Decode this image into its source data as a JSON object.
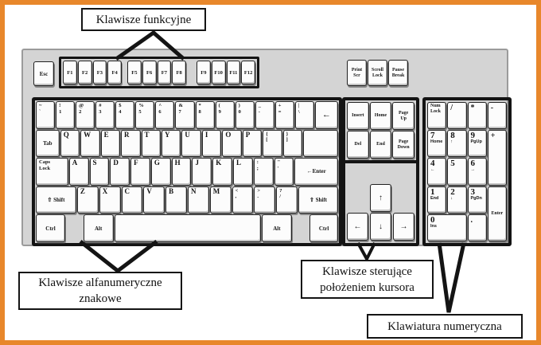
{
  "colors": {
    "frame": "#E8872B",
    "keyboard_body": "#D4D4D4",
    "key_face": "#FCFCFC",
    "outline": "#141414",
    "label_text": "#111111"
  },
  "annotations": {
    "function_keys_label": "Klawisze funkcyjne",
    "alphanumeric_label": [
      "Klawisze alfanumeryczne",
      "znakowe"
    ],
    "cursor_label": [
      "Klawisze sterujące",
      "położeniem kursora"
    ],
    "numeric_label": "Klawiatura numeryczna"
  },
  "keyboard": {
    "esc": "Esc",
    "function_groups": [
      [
        "F1",
        "F2",
        "F3",
        "F4"
      ],
      [
        "F5",
        "F6",
        "F7",
        "F8"
      ],
      [
        "F9",
        "F10",
        "F11",
        "F12"
      ]
    ],
    "system_keys": [
      [
        "Print",
        "Scr"
      ],
      [
        "Scroll",
        "Lock"
      ],
      [
        "Pause",
        "Break"
      ]
    ],
    "main_rows": [
      [
        {
          "t": "dual",
          "top": "~",
          "bot": "`"
        },
        {
          "t": "dual",
          "top": "!",
          "bot": "1"
        },
        {
          "t": "dual",
          "top": "@",
          "bot": "2"
        },
        {
          "t": "dual",
          "top": "#",
          "bot": "3"
        },
        {
          "t": "dual",
          "top": "$",
          "bot": "4"
        },
        {
          "t": "dual",
          "top": "%",
          "bot": "5"
        },
        {
          "t": "dual",
          "top": "^",
          "bot": "6"
        },
        {
          "t": "dual",
          "top": "&",
          "bot": "7"
        },
        {
          "t": "dual",
          "top": "*",
          "bot": "8"
        },
        {
          "t": "dual",
          "top": "(",
          "bot": "9"
        },
        {
          "t": "dual",
          "top": ")",
          "bot": "0"
        },
        {
          "t": "dual",
          "top": "_",
          "bot": "-"
        },
        {
          "t": "dual",
          "top": "+",
          "bot": "="
        },
        {
          "t": "dual",
          "top": "|",
          "bot": "\\"
        },
        {
          "t": "sym",
          "label": "←",
          "flex": 1.5,
          "id": "backspace"
        }
      ],
      [
        {
          "t": "mod",
          "label": "Tab",
          "flex": 1.5,
          "id": "tab"
        },
        {
          "t": "ch",
          "label": "Q"
        },
        {
          "t": "ch",
          "label": "W"
        },
        {
          "t": "ch",
          "label": "E"
        },
        {
          "t": "ch",
          "label": "R"
        },
        {
          "t": "ch",
          "label": "T"
        },
        {
          "t": "ch",
          "label": "Y"
        },
        {
          "t": "ch",
          "label": "U"
        },
        {
          "t": "ch",
          "label": "I"
        },
        {
          "t": "ch",
          "label": "O"
        },
        {
          "t": "ch",
          "label": "P"
        },
        {
          "t": "dual",
          "top": "{",
          "bot": "["
        },
        {
          "t": "dual",
          "top": "}",
          "bot": "]"
        },
        {
          "t": "blank",
          "flex": 2.05,
          "id": "blank"
        }
      ],
      [
        {
          "t": "mod2",
          "lines": [
            "Caps",
            "Lock"
          ],
          "flex": 1.85,
          "id": "caps-lock"
        },
        {
          "t": "ch",
          "label": "A"
        },
        {
          "t": "ch",
          "label": "S"
        },
        {
          "t": "ch",
          "label": "D"
        },
        {
          "t": "ch",
          "label": "F"
        },
        {
          "t": "ch",
          "label": "G"
        },
        {
          "t": "ch",
          "label": "H"
        },
        {
          "t": "ch",
          "label": "J"
        },
        {
          "t": "ch",
          "label": "K"
        },
        {
          "t": "ch",
          "label": "L"
        },
        {
          "t": "dual",
          "top": ":",
          "bot": ";"
        },
        {
          "t": "dual",
          "top": "\"",
          "bot": "'"
        },
        {
          "t": "mod",
          "label": "←Enter",
          "flex": 2.8,
          "id": "enter"
        }
      ],
      [
        {
          "t": "mod",
          "label": "⇧ Shift",
          "flex": 2.35,
          "id": "shift-left"
        },
        {
          "t": "ch",
          "label": "Z"
        },
        {
          "t": "ch",
          "label": "X"
        },
        {
          "t": "ch",
          "label": "C"
        },
        {
          "t": "ch",
          "label": "V"
        },
        {
          "t": "ch",
          "label": "B"
        },
        {
          "t": "ch",
          "label": "N"
        },
        {
          "t": "ch",
          "label": "M"
        },
        {
          "t": "dual",
          "top": "<",
          "bot": ","
        },
        {
          "t": "dual",
          "top": ">",
          "bot": "."
        },
        {
          "t": "dual",
          "top": "?",
          "bot": "/"
        },
        {
          "t": "mod",
          "label": "⇧ Shift",
          "flex": 2.3,
          "id": "shift-right"
        }
      ],
      [
        {
          "t": "mod",
          "label": "Ctrl",
          "flex": 1.55,
          "id": "ctrl-left"
        },
        {
          "t": "gap",
          "flex": 0.92
        },
        {
          "t": "mod",
          "label": "Alt",
          "flex": 1.58,
          "id": "alt-left"
        },
        {
          "t": "space",
          "flex": 7.9,
          "id": "space"
        },
        {
          "t": "mod",
          "label": "Alt",
          "flex": 1.58,
          "id": "alt-right"
        },
        {
          "t": "gap",
          "flex": 0.9
        },
        {
          "t": "mod",
          "label": "Ctrl",
          "flex": 1.5,
          "id": "ctrl-right"
        }
      ]
    ],
    "nav_keys": [
      [
        "Insert"
      ],
      [
        "Home"
      ],
      [
        "Page",
        "Up"
      ],
      [
        "Del"
      ],
      [
        "End"
      ],
      [
        "Page",
        "Down"
      ]
    ],
    "arrows": {
      "up": "↑",
      "left": "←",
      "down": "↓",
      "right": "→"
    },
    "numpad": [
      {
        "t": "nl",
        "lines": [
          "Num",
          "Lock"
        ]
      },
      {
        "t": "op",
        "label": "/"
      },
      {
        "t": "op",
        "label": "*"
      },
      {
        "t": "op",
        "label": "-"
      },
      {
        "t": "num",
        "n": "7",
        "s": "Home"
      },
      {
        "t": "num",
        "n": "8",
        "s": "↑"
      },
      {
        "t": "num",
        "n": "9",
        "s": "PgUp"
      },
      {
        "t": "op",
        "label": "+",
        "tall": true
      },
      {
        "t": "num",
        "n": "4",
        "s": "←"
      },
      {
        "t": "num",
        "n": "5",
        "s": ""
      },
      {
        "t": "num",
        "n": "6",
        "s": "→"
      },
      {
        "t": "num",
        "n": "1",
        "s": "End"
      },
      {
        "t": "num",
        "n": "2",
        "s": "↓"
      },
      {
        "t": "num",
        "n": "3",
        "s": "PgDn"
      },
      {
        "t": "word",
        "label": "Enter",
        "tall": true
      },
      {
        "t": "num",
        "n": "0",
        "s": "Ins",
        "wide": true
      },
      {
        "t": "op",
        "label": "."
      }
    ]
  }
}
